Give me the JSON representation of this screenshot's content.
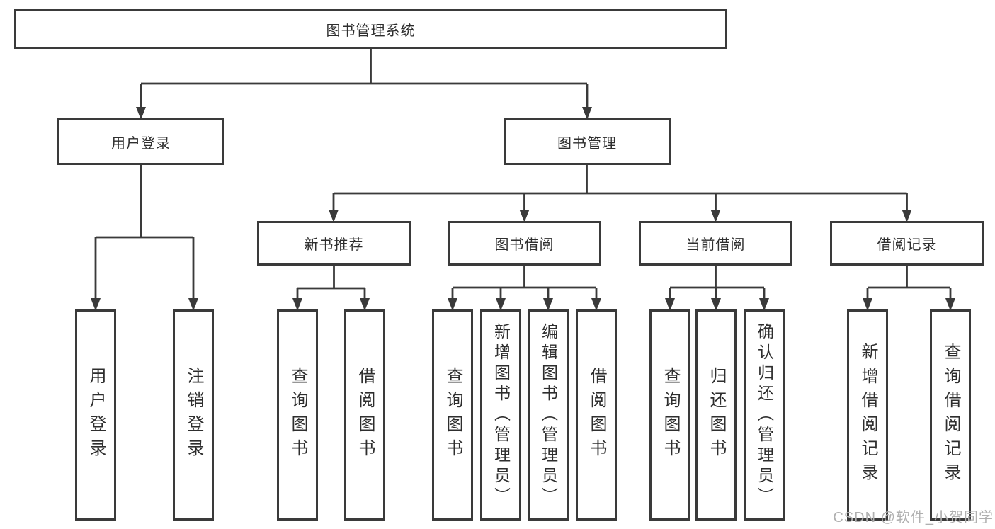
{
  "diagram": {
    "root": {
      "label": "图书管理系统"
    },
    "level2": [
      {
        "label": "用户登录",
        "parent": "图书管理系统"
      },
      {
        "label": "图书管理",
        "parent": "图书管理系统"
      }
    ],
    "level3": [
      {
        "label": "新书推荐",
        "parent": "图书管理"
      },
      {
        "label": "图书借阅",
        "parent": "图书管理"
      },
      {
        "label": "当前借阅",
        "parent": "图书管理"
      },
      {
        "label": "借阅记录",
        "parent": "图书管理"
      }
    ],
    "leaves": [
      {
        "label": "用户登录",
        "parent": "用户登录"
      },
      {
        "label": "注销登录",
        "parent": "用户登录"
      },
      {
        "label": "查询图书",
        "parent": "新书推荐"
      },
      {
        "label": "借阅图书",
        "parent": "新书推荐"
      },
      {
        "label": "查询图书",
        "parent": "图书借阅"
      },
      {
        "label": "新增图书（管理员）",
        "parent": "图书借阅"
      },
      {
        "label": "编辑图书（管理员）",
        "parent": "图书借阅"
      },
      {
        "label": "借阅图书",
        "parent": "图书借阅"
      },
      {
        "label": "查询图书",
        "parent": "当前借阅"
      },
      {
        "label": "归还图书",
        "parent": "当前借阅"
      },
      {
        "label": "确认归还（管理员）",
        "parent": "当前借阅"
      },
      {
        "label": "新增借阅记录",
        "parent": "借阅记录"
      },
      {
        "label": "查询借阅记录",
        "parent": "借阅记录"
      }
    ]
  },
  "watermark": {
    "text": "CSDN @软件_小贺同学"
  },
  "colors": {
    "line": "#3a3a3a",
    "text": "#2e2e2e",
    "box_background": "#ffffff",
    "watermark": "#b0b0b0",
    "page_background": "#ffffff"
  }
}
